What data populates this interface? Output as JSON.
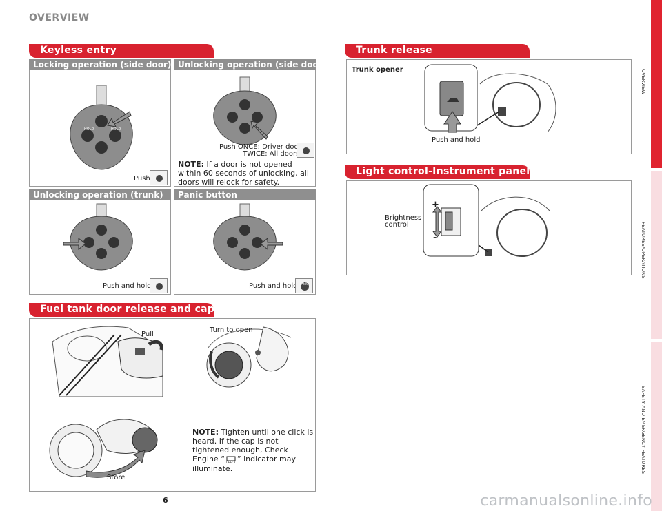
{
  "header": {
    "title": "OVERVIEW"
  },
  "keyless": {
    "banner": "Keyless entry",
    "locking_head": "Locking operation (side door)",
    "unlocking_head": "Unlocking operation (side door)",
    "trunk_head": "Unlocking operation (trunk)",
    "panic_head": "Panic button",
    "push_label": "Push",
    "push_once": "Push ONCE: Driver door",
    "push_twice": "TWICE: All doors",
    "note_label": "NOTE:",
    "note_text": " If a door is not opened within 60 seconds of unlocking, all doors will relock for safety.",
    "push_hold_trunk": "Push and hold",
    "push_hold_panic": "Push and hold"
  },
  "fuel": {
    "banner": "Fuel tank door release and cap",
    "pull": "Pull",
    "turn": "Turn to open",
    "store": "Store",
    "note_label": "NOTE:",
    "note_text_1": " Tighten until one click is heard. If the cap is not tightened enough, Check Engine “",
    "note_text_2": "” indicator may illuminate.",
    "check_label": "CHECK"
  },
  "trunk": {
    "banner": "Trunk release",
    "opener": "Trunk opener",
    "push_hold": "Push and hold"
  },
  "light": {
    "banner": "Light control-Instrument panel",
    "brightness": "Brightness",
    "control": "control",
    "plus": "+",
    "minus": "-"
  },
  "side_tabs": {
    "overview": "OVERVIEW",
    "features": "FEATURES/OPERATIONS",
    "safety": "SAFETY AND EMERGENCY FEATURES"
  },
  "key_fob": {
    "hold": "HOLD",
    "panic": "PANIC"
  },
  "colors": {
    "banner_red": "#d8222f",
    "tab_red": "#e0232f",
    "tab_pink": "#f9dde1",
    "gray_head": "#8f8f8f"
  },
  "page_number": "6",
  "watermark": "carmanualsonline.info"
}
